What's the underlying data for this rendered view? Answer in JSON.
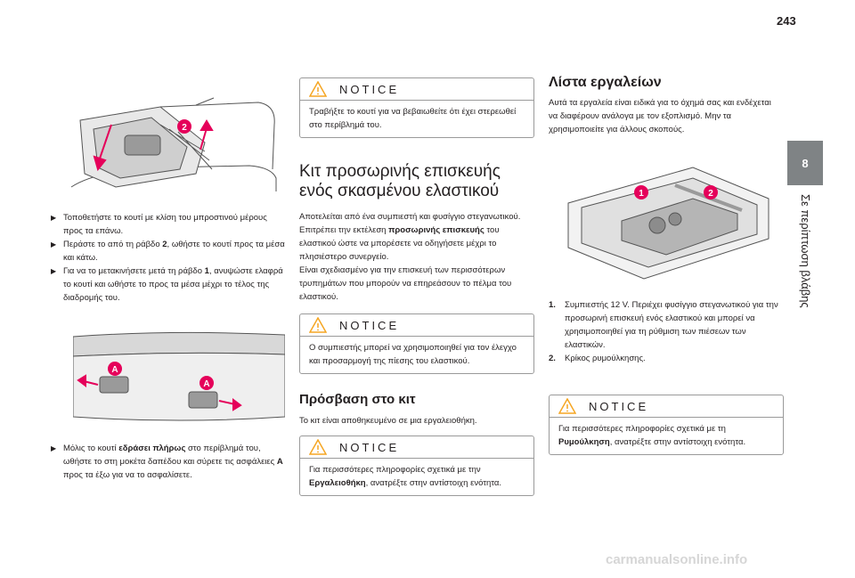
{
  "page_number": "243",
  "chapter_tab": "8",
  "chapter_title": "Σε περίπτωση βλάβης",
  "col1": {
    "steps_a": [
      "Τοποθετήστε το κουτί με κλίση του μπροστινού μέρους προς τα επάνω.",
      "Περάστε το από τη ράβδο",
      "Για να το μετακινήσετε μετά τη ράβδο"
    ],
    "step2_bold": "2",
    "step2_rest": ", ωθήστε το κουτί προς τα μέσα και κάτω.",
    "step3_bold": "1",
    "step3_rest": ", ανυψώστε ελαφρά το κουτί και ωθήστε το προς τα μέσα μέχρι το τέλος της διαδρομής του.",
    "step4_pre": "Μόλις το κουτί ",
    "step4_bold": "εδράσει πλήρως",
    "step4_mid": " στο περίβλημά του, ωθήστε το στη μοκέτα δαπέδου και σύρετε τις ασφάλειες ",
    "step4_bold2": "A",
    "step4_end": " προς τα έξω για να το ασφαλίσετε.",
    "callout_2": "2",
    "callout_a": "A"
  },
  "col2": {
    "notice1_title": "NOTICE",
    "notice1_text": "Τραβήξτε το κουτί για να βεβαιωθείτε ότι έχει στερεωθεί στο περίβλημά του.",
    "heading1": "Κιτ προσωρινής επισκευής ενός σκασμένου ελαστικού",
    "para1_pre": "Αποτελείται από ένα συμπιεστή και φυσίγγιο στεγανωτικού. Επιτρέπει την εκτέλεση ",
    "para1_bold": "προσωρινής επισκευής",
    "para1_post": " του ελαστικού ώστε να μπορέσετε να οδηγήσετε μέχρι το πλησιέστερο συνεργείο.",
    "para2": "Είναι σχεδιασμένο για την επισκευή των περισσότερων τρυπημάτων που μπορούν να επηρεάσουν το πέλμα του ελαστικού.",
    "notice2_title": "NOTICE",
    "notice2_text": "Ο συμπιεστής μπορεί να χρησιμοποιηθεί για τον έλεγχο και προσαρμογή της πίεσης του ελαστικού.",
    "heading2": "Πρόσβαση στο κιτ",
    "para3": "Το κιτ είναι αποθηκευμένο σε μια εργαλειοθήκη.",
    "notice3_title": "NOTICE",
    "notice3_pre": "Για περισσότερες πληροφορίες σχετικά με την ",
    "notice3_bold": "Εργαλειοθήκη",
    "notice3_post": ", ανατρέξτε στην αντίστοιχη ενότητα."
  },
  "col3": {
    "heading": "Λίστα εργαλείων",
    "intro": "Αυτά τα εργαλεία είναι ειδικά για το όχημά σας και ενδέχεται να διαφέρουν ανάλογα με τον εξοπλισμό. Μην τα χρησιμοποιείτε για άλλους σκοπούς.",
    "callout_1": "1",
    "callout_2": "2",
    "items": [
      {
        "num": "1.",
        "text": "Συμπιεστής 12 V. Περιέχει φυσίγγιο στεγανωτικού για την προσωρινή επισκευή ενός ελαστικού και μπορεί να χρησιμοποιηθεί για τη ρύθμιση των πιέσεων των ελαστικών."
      },
      {
        "num": "2.",
        "text": "Κρίκος ρυμούλκησης."
      }
    ],
    "notice_title": "NOTICE",
    "notice_pre": "Για περισσότερες πληροφορίες σχετικά με τη ",
    "notice_bold": "Ρυμούλκηση",
    "notice_post": ", ανατρέξτε στην αντίστοιχη ενότητα."
  },
  "watermark": "carmanualsonline.info",
  "colors": {
    "callout": "#e5005a",
    "tab": "#7f8385",
    "border": "#9a9a9a"
  }
}
